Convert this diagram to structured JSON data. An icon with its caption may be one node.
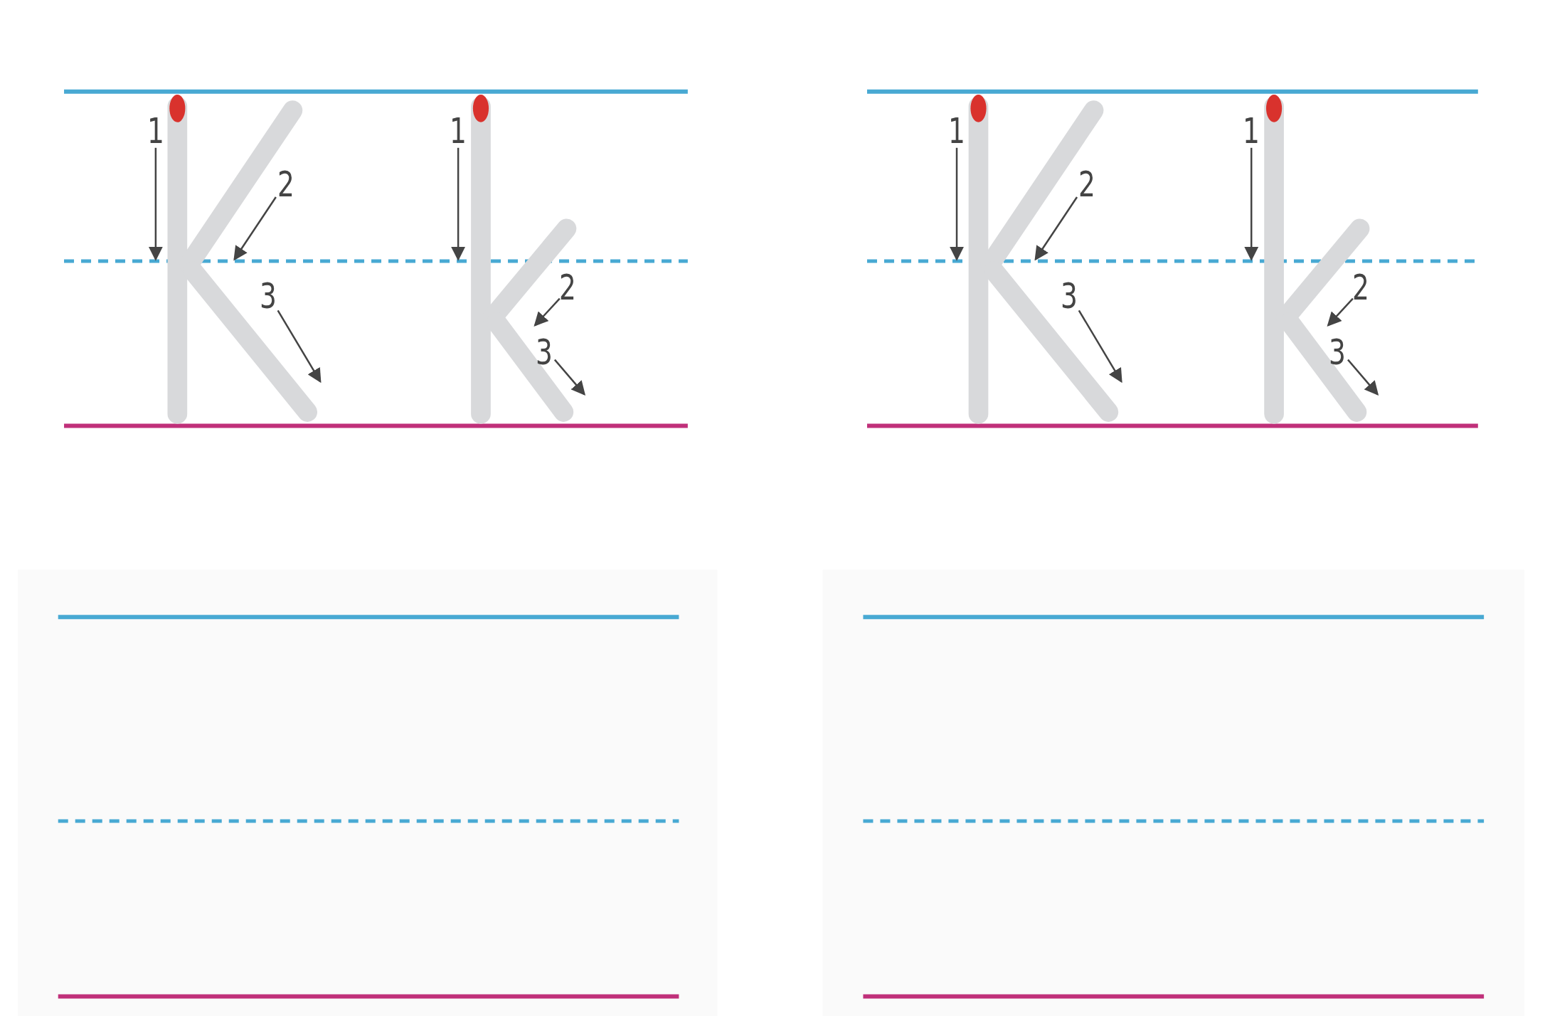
{
  "diagram": {
    "labels": [
      "1",
      "2",
      "3",
      "1",
      "2",
      "3",
      "1",
      "2",
      "3",
      "1",
      "2",
      "3"
    ]
  }
}
